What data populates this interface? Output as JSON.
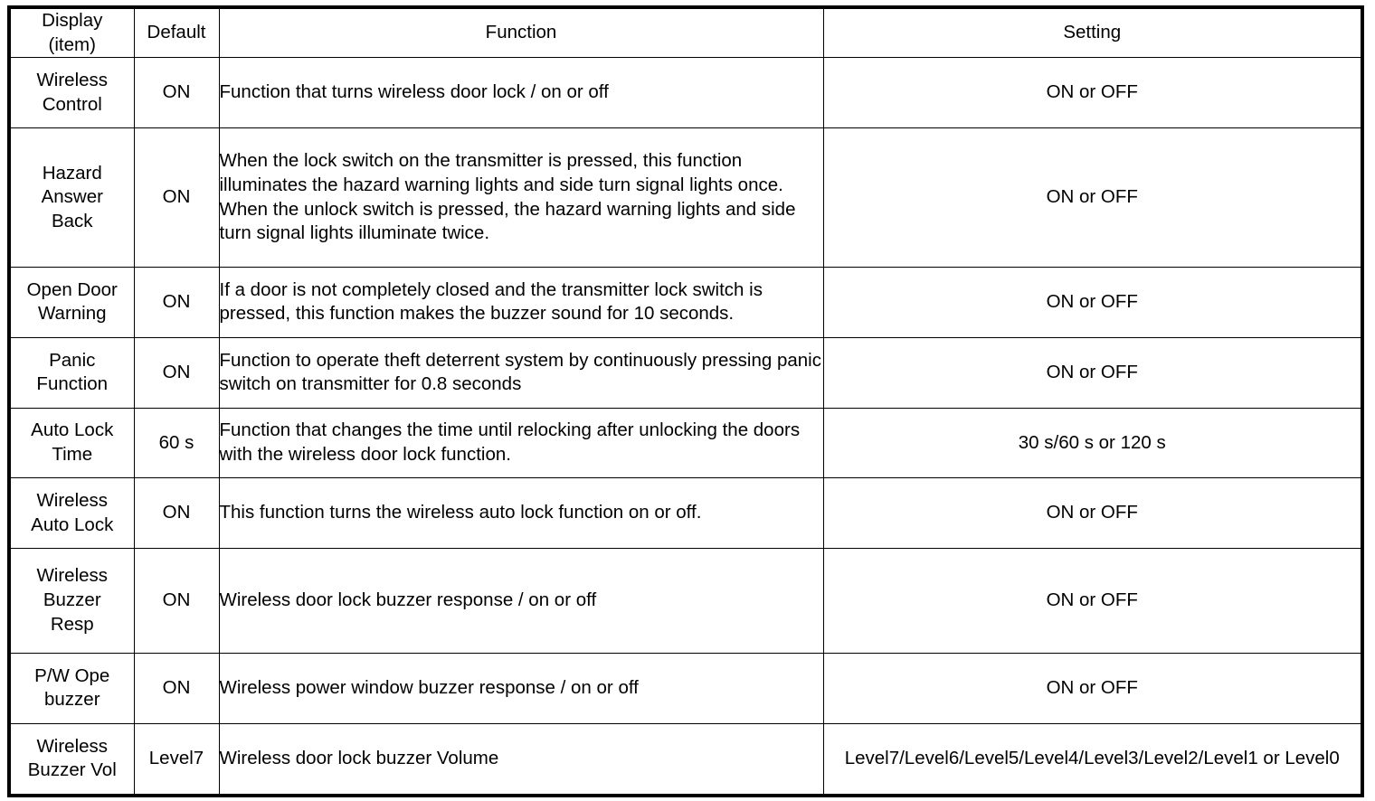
{
  "table": {
    "headers": {
      "display": "Display\n(item)",
      "default": "Default",
      "function": "Function",
      "setting": "Setting"
    },
    "rows": [
      {
        "display": "Wireless\nControl",
        "default": "ON",
        "function": "Function that turns wireless door lock / on or off",
        "setting": "ON or OFF"
      },
      {
        "display": "Hazard\nAnswer\nBack",
        "default": "ON",
        "function": "When the lock switch on the transmitter is pressed, this function illuminates the hazard warning lights and side turn signal lights once. When the unlock switch is pressed, the hazard warning lights and side turn signal lights illuminate twice.",
        "setting": "ON or OFF"
      },
      {
        "display": "Open Door\nWarning",
        "default": "ON",
        "function": "If a door is not completely closed and the transmitter lock switch is pressed, this function makes the buzzer sound for 10 seconds.",
        "setting": "ON or OFF"
      },
      {
        "display": "Panic\nFunction",
        "default": "ON",
        "function": "Function to operate theft deterrent system by continuously pressing panic switch on transmitter for 0.8 seconds",
        "setting": "ON or OFF"
      },
      {
        "display": "Auto Lock\nTime",
        "default": "60 s",
        "function": "Function that changes the time until relocking after unlocking the doors with the wireless door lock function.",
        "setting": "30 s/60 s or 120 s"
      },
      {
        "display": "Wireless\nAuto Lock",
        "default": "ON",
        "function": "This function turns the wireless auto lock function on or off.",
        "setting": "ON or OFF"
      },
      {
        "display": "Wireless\nBuzzer\nResp",
        "default": "ON",
        "function": "Wireless door lock buzzer response / on or off",
        "setting": "ON or OFF"
      },
      {
        "display": "P/W Ope\nbuzzer",
        "default": "ON",
        "function": "Wireless power window buzzer response / on or off",
        "setting": "ON or OFF"
      },
      {
        "display": "Wireless\nBuzzer Vol",
        "default": "Level7",
        "function": "Wireless door lock buzzer Volume",
        "setting": "Level7/Level6/Level5/Level4/Level3/Level2/Level1 or Level0"
      }
    ]
  },
  "colors": {
    "border": "#000000",
    "text": "#000000",
    "background": "#ffffff"
  }
}
